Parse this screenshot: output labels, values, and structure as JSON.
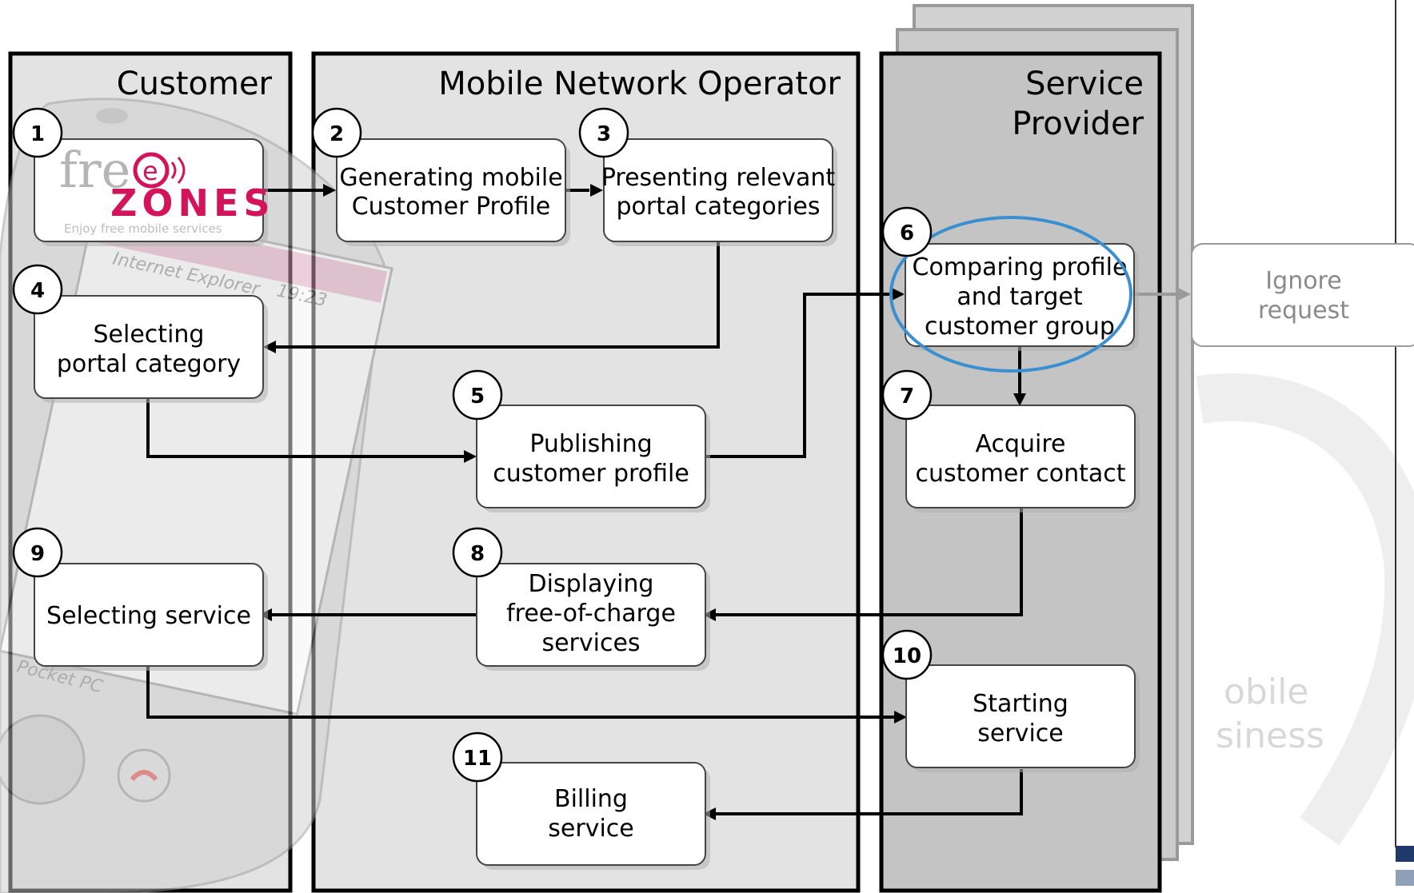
{
  "lanes": {
    "customer": "Customer",
    "operator": "Mobile Network Operator",
    "provider_line1": "Service",
    "provider_line2": "Provider"
  },
  "logo": {
    "fre": "fre",
    "e": "e",
    "zones": "ZONES",
    "tagline": "Enjoy free mobile services"
  },
  "phone": {
    "browser": "Internet Explorer",
    "time": "19:23",
    "brand": "Pocket PC"
  },
  "steps": [
    {
      "num": "1",
      "lines": []
    },
    {
      "num": "2",
      "lines": [
        "Generating mobile",
        "Customer Profile"
      ]
    },
    {
      "num": "3",
      "lines": [
        "Presenting relevant",
        "portal categories"
      ]
    },
    {
      "num": "4",
      "lines": [
        "Selecting",
        "portal category"
      ]
    },
    {
      "num": "5",
      "lines": [
        "Publishing",
        "customer profile"
      ]
    },
    {
      "num": "6",
      "lines": [
        "Comparing profile",
        "and target",
        "customer group"
      ]
    },
    {
      "num": "7",
      "lines": [
        "Acquire",
        "customer contact"
      ]
    },
    {
      "num": "8",
      "lines": [
        "Displaying",
        "free-of-charge",
        "services"
      ]
    },
    {
      "num": "9",
      "lines": [
        "Selecting service"
      ]
    },
    {
      "num": "10",
      "lines": [
        "Starting",
        "service"
      ]
    },
    {
      "num": "11",
      "lines": [
        "Billing",
        "service"
      ]
    }
  ],
  "ignore": [
    "Ignore",
    "request"
  ],
  "watermark": [
    "obile",
    "siness"
  ],
  "colors": {
    "highlight": "#3a8fd0",
    "logo_magenta": "#d4145a",
    "lane_fill": "#e3e3e3",
    "provider_fill": "#c4c4c4",
    "corner_navy": "#1f3a68"
  }
}
